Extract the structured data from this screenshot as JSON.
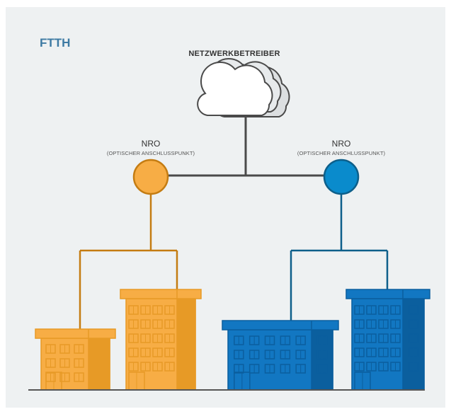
{
  "title": "FTTH",
  "operator_label": "NETZWERKBETREIBER",
  "nodes": [
    {
      "label": "NRO",
      "sublabel": "(OPTISCHER ANSCHLUSSPUNKT)",
      "color": "#f7ad45"
    },
    {
      "label": "NRO",
      "sublabel": "(OPTISCHER ANSCHLUSSPUNKT)",
      "color": "#0a8bcc"
    }
  ],
  "colors": {
    "title": "#3d7aa3",
    "background": "#eef1f2",
    "network_line": "#4a4a4a",
    "orange_line": "#c47c12",
    "blue_line": "#0d5f8a",
    "orange_building": "#f7ad45",
    "orange_building_dark": "#e79a26",
    "blue_building": "#1277c2",
    "blue_building_dark": "#0b5f9e",
    "cloud_fill": "#ffffff",
    "ground": "#555555"
  },
  "icons": [
    "cloud-icon"
  ]
}
